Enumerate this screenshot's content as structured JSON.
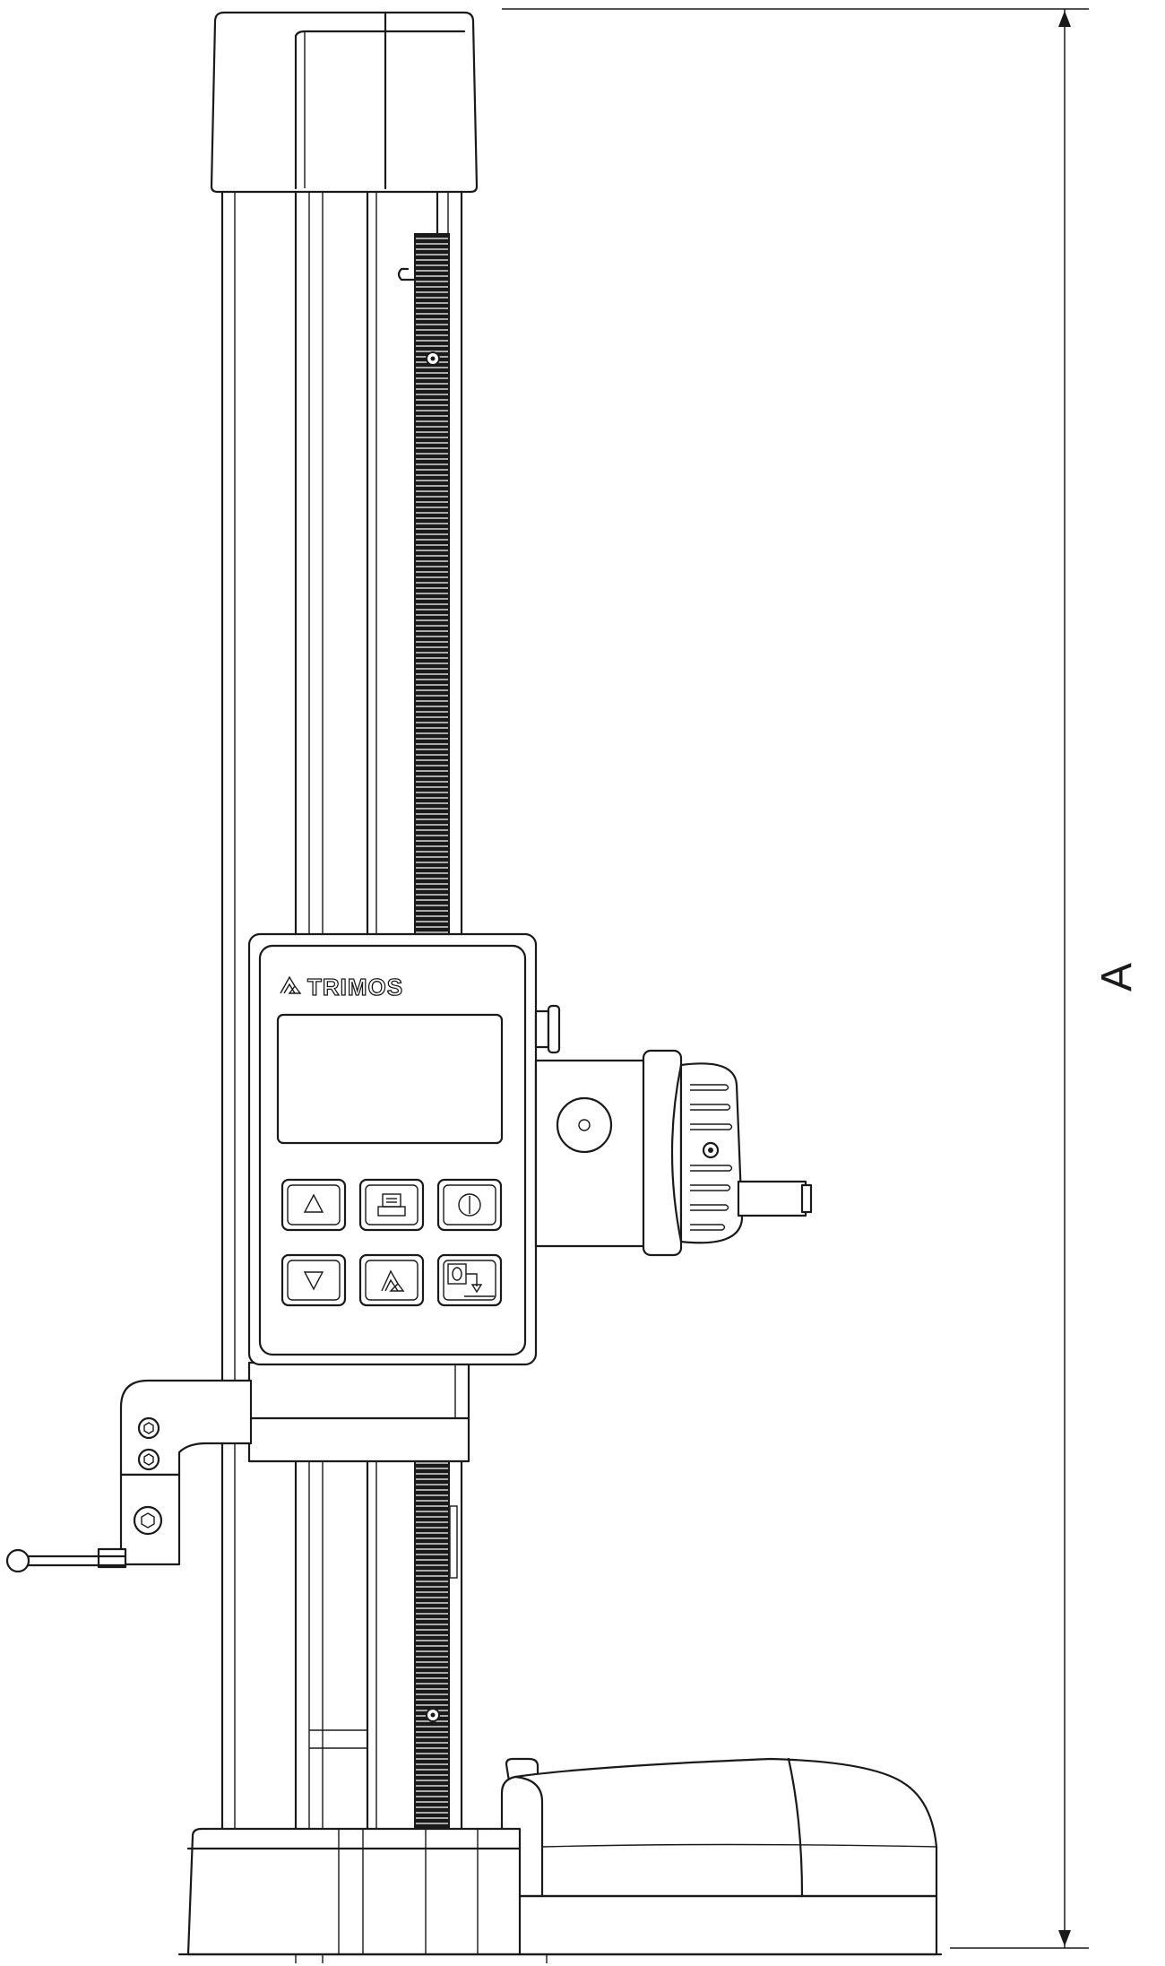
{
  "brand": {
    "name": "TRIMOS",
    "logo_icon": "trimos-logo-icon"
  },
  "dimension": {
    "label": "A"
  },
  "keypad": {
    "buttons": [
      {
        "icon": "up-triangle-icon",
        "name": "key-up"
      },
      {
        "icon": "printer-icon",
        "name": "key-print"
      },
      {
        "icon": "power-icon",
        "name": "key-on-off"
      },
      {
        "icon": "down-triangle-icon",
        "name": "key-down"
      },
      {
        "icon": "trimos-logo-icon",
        "name": "key-mode"
      },
      {
        "icon": "zero-reset-icon",
        "name": "key-zero"
      }
    ]
  },
  "colors": {
    "line": "#1a1a1a",
    "background": "#ffffff",
    "scale_fill": "#1a1a1a"
  }
}
